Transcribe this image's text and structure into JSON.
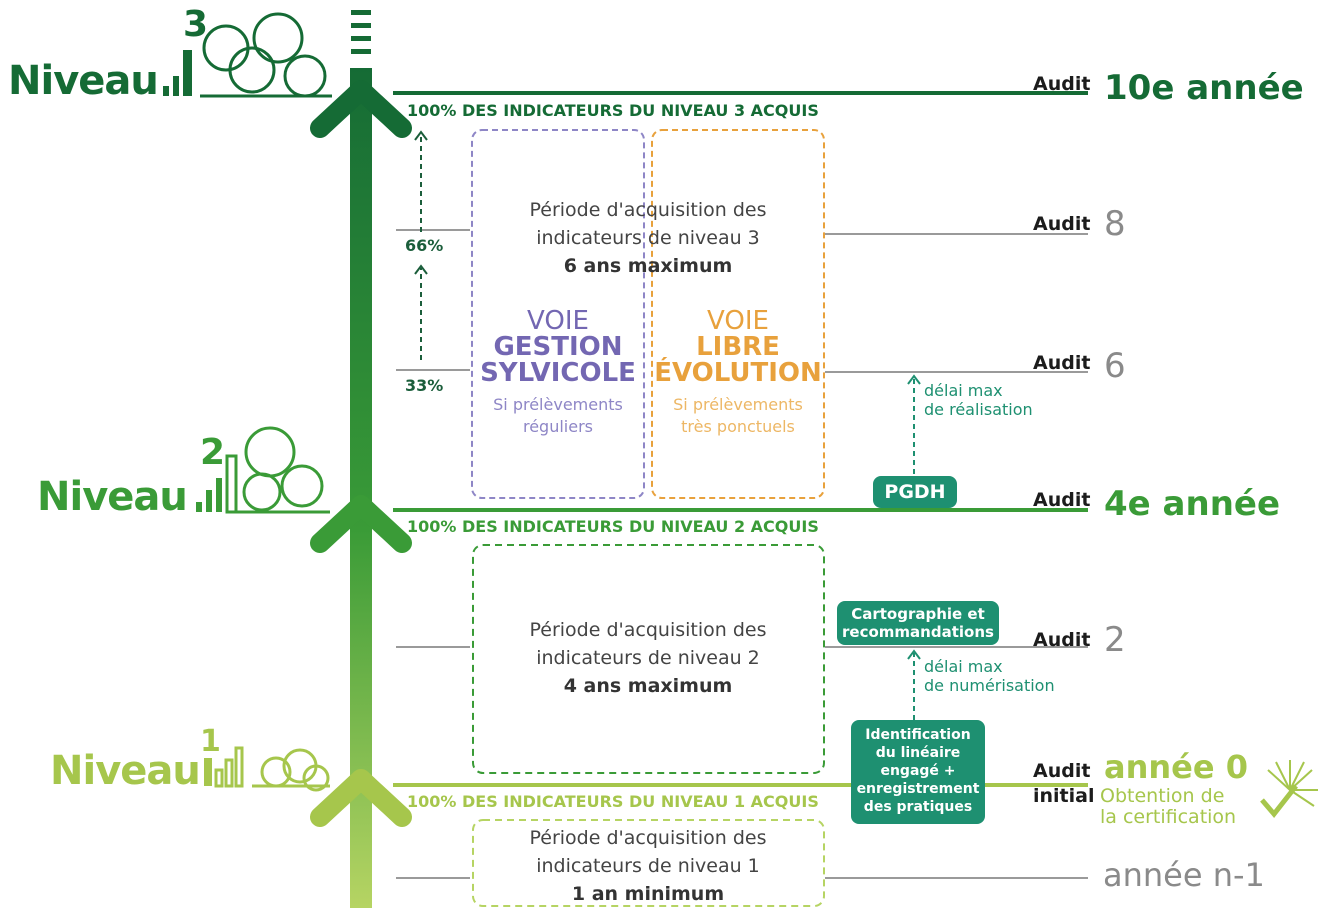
{
  "levels": {
    "level3": {
      "word": "Niveau",
      "number": "3"
    },
    "level2": {
      "word": "Niveau",
      "number": "2"
    },
    "level1": {
      "word": "Niveau",
      "number": "1"
    }
  },
  "captions": {
    "level3_reached": "100% DES INDICATEURS DU NIVEAU 3 ACQUIS",
    "level2_reached": "100% DES INDICATEURS DU NIVEAU 2 ACQUIS",
    "level1_reached": "100% DES INDICATEURS DU NIVEAU 1 ACQUIS"
  },
  "audits": {
    "year10": {
      "label": "Audit",
      "value": "10e année"
    },
    "audit8": {
      "label": "Audit",
      "value": "8"
    },
    "audit6": {
      "label": "Audit",
      "value": "6"
    },
    "year4": {
      "label": "Audit",
      "value": "4e année"
    },
    "audit2": {
      "label": "Audit",
      "value": "2"
    },
    "initial": {
      "label": "Audit",
      "label2": "initial",
      "value": "année 0",
      "subtitle_line1": "Obtention de",
      "subtitle_line2": "la certification"
    },
    "prior": {
      "value": "année n-1"
    }
  },
  "periods": {
    "level3": {
      "line1": "Période d'acquisition des",
      "line2": "indicateurs de niveau 3",
      "duration": "6 ans maximum"
    },
    "level2": {
      "line1": "Période d'acquisition des",
      "line2": "indicateurs de niveau 2",
      "duration": "4 ans maximum"
    },
    "level1": {
      "line1": "Période d'acquisition des",
      "line2": "indicateurs de niveau 1",
      "duration": "1 an minimum"
    }
  },
  "voies": {
    "gestion": {
      "line1": "VOIE",
      "line2": "GESTION",
      "line3": "SYLVICOLE",
      "sub1": "Si prélèvements",
      "sub2": "réguliers",
      "color": "#7367b2"
    },
    "libre": {
      "line1": "VOIE",
      "line2": "LIBRE",
      "line3": "ÉVOLUTION",
      "sub1": "Si prélèvements",
      "sub2": "très ponctuels",
      "color": "#e8a13c"
    }
  },
  "percents": {
    "p66": "66%",
    "p33": "33%"
  },
  "steps": {
    "pgdh": "PGDH",
    "cartographie_line1": "Cartographie et",
    "cartographie_line2": "recommandations",
    "identification": [
      "Identification",
      "du linéaire",
      "engagé +",
      "enregistrement",
      "des pratiques"
    ],
    "delai_realisation": [
      "délai max",
      "de réalisation"
    ],
    "delai_numerisation": [
      "délai max",
      "de numérisation"
    ]
  },
  "colors": {
    "level3": "#156b35",
    "level2": "#3a9b37",
    "level1": "#a6c64c",
    "teal": "#1e9071",
    "grey_line": "#9a9a9a"
  },
  "icons": [
    "tree-bar-chart-icon-level3",
    "tree-bar-chart-icon-level2",
    "tree-bar-chart-icon-level1",
    "sun-check-icon"
  ]
}
